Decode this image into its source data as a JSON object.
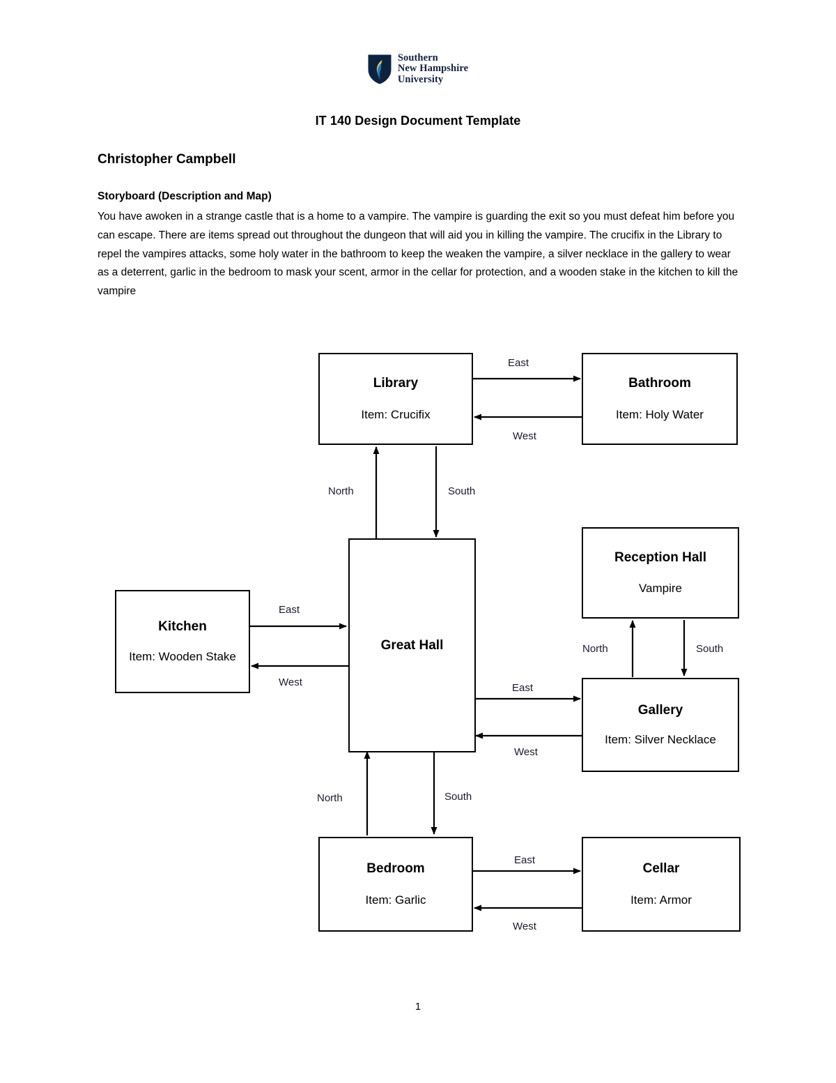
{
  "logo": {
    "name": "snhu-logo",
    "line1": "Southern",
    "line2": "New Hampshire",
    "line3": "University",
    "shield_color": "#0c2340",
    "flame_color": "#f2c75c",
    "accent_color": "#1f7fc4"
  },
  "document": {
    "title": "IT 140 Design Document Template",
    "author": "Christopher Campbell",
    "section_heading": "Storyboard (Description and Map)",
    "story_text": "You have awoken in a strange castle that is a home to a vampire. The vampire is guarding the exit so you must defeat him before you can escape. There are items spread out throughout the dungeon that will aid you in killing the vampire. The crucifix in the Library to repel the vampires attacks, some holy water in the bathroom to keep the weaken the vampire, a silver necklace in the gallery to wear as a deterrent, garlic in the bedroom to mask your scent, armor in the cellar for protection, and a wooden stake in the kitchen to kill the vampire",
    "page_number": "1"
  },
  "map": {
    "rooms": [
      {
        "id": "library",
        "name": "Library",
        "item": "Item: Crucifix"
      },
      {
        "id": "bathroom",
        "name": "Bathroom",
        "item": "Item: Holy Water"
      },
      {
        "id": "great-hall",
        "name": "Great Hall",
        "item": ""
      },
      {
        "id": "kitchen",
        "name": "Kitchen",
        "item": "Item: Wooden Stake"
      },
      {
        "id": "reception-hall",
        "name": "Reception Hall",
        "item": "Vampire"
      },
      {
        "id": "gallery",
        "name": "Gallery",
        "item": "Item: Silver Necklace"
      },
      {
        "id": "bedroom",
        "name": "Bedroom",
        "item": "Item: Garlic"
      },
      {
        "id": "cellar",
        "name": "Cellar",
        "item": "Item: Armor"
      }
    ],
    "connections": [
      {
        "from": "library",
        "to": "bathroom",
        "label": "East"
      },
      {
        "from": "bathroom",
        "to": "library",
        "label": "West"
      },
      {
        "from": "great-hall",
        "to": "library",
        "label": "North"
      },
      {
        "from": "library",
        "to": "great-hall",
        "label": "South"
      },
      {
        "from": "kitchen",
        "to": "great-hall",
        "label": "East"
      },
      {
        "from": "great-hall",
        "to": "kitchen",
        "label": "West"
      },
      {
        "from": "gallery",
        "to": "reception-hall",
        "label": "North"
      },
      {
        "from": "reception-hall",
        "to": "gallery",
        "label": "South"
      },
      {
        "from": "great-hall",
        "to": "gallery",
        "label": "East"
      },
      {
        "from": "gallery",
        "to": "great-hall",
        "label": "West"
      },
      {
        "from": "bedroom",
        "to": "great-hall",
        "label": "North"
      },
      {
        "from": "great-hall",
        "to": "bedroom",
        "label": "South"
      },
      {
        "from": "bedroom",
        "to": "cellar",
        "label": "East"
      },
      {
        "from": "cellar",
        "to": "bedroom",
        "label": "West"
      }
    ],
    "labels": {
      "lib_bath_east": "East",
      "bath_lib_west": "West",
      "gh_lib_north": "North",
      "lib_gh_south": "South",
      "kit_gh_east": "East",
      "gh_kit_west": "West",
      "gal_rec_north": "North",
      "rec_gal_south": "South",
      "gh_gal_east": "East",
      "gal_gh_west": "West",
      "bed_gh_north": "North",
      "gh_bed_south": "South",
      "bed_cel_east": "East",
      "cel_bed_west": "West"
    }
  }
}
